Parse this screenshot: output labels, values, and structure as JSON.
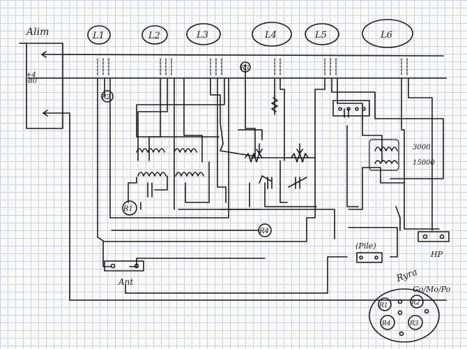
{
  "radio": {
    "title": "Alim",
    "pos": "+4",
    "neg": "-80"
  },
  "lines": [
    "L1",
    "L2",
    "L3",
    "L4",
    "L5",
    "L6"
  ],
  "resistors": {
    "r1": "R1",
    "r2": "R2",
    "r3": "R3",
    "r4": "R4"
  },
  "values": {
    "v1": "3000",
    "v2": "15000"
  },
  "pile": "(Pile)",
  "antenna": "Ant",
  "speaker": "HP",
  "tube": {
    "label": "Ryra",
    "subtitle": "Go/Mo/Po",
    "pins": [
      "R1",
      "R2",
      "R3",
      "R4"
    ]
  }
}
